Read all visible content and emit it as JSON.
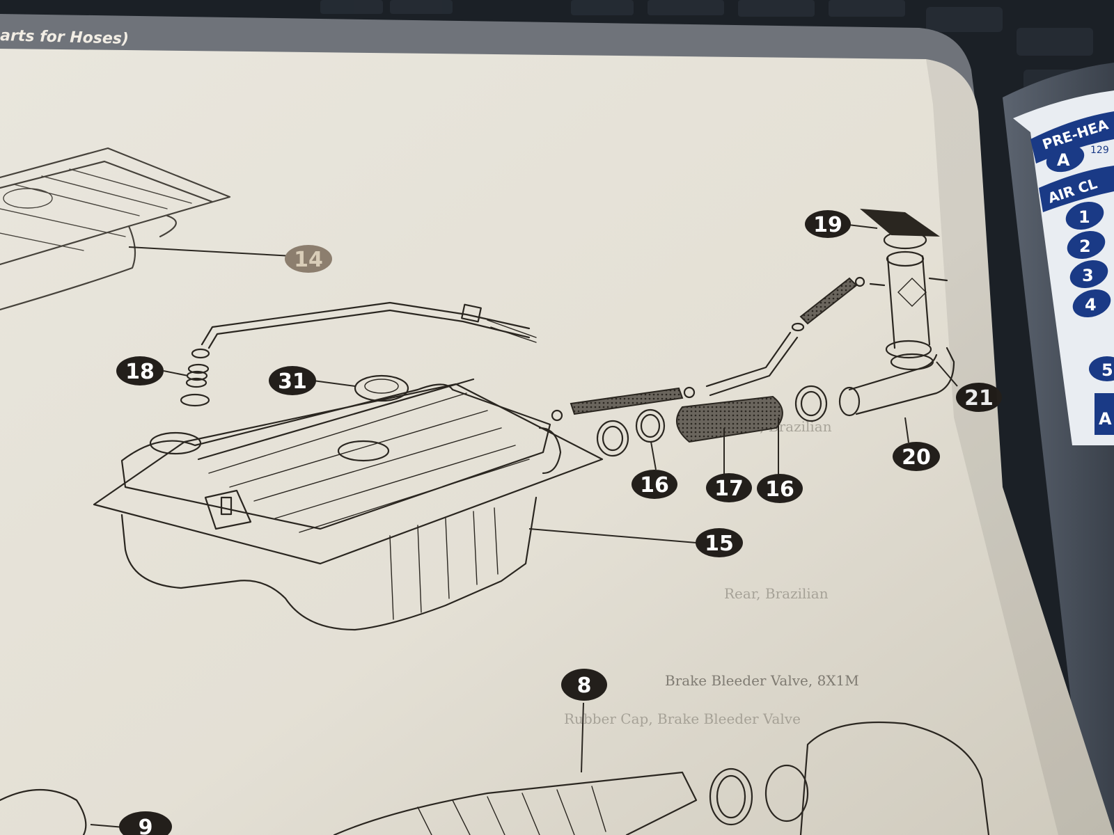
{
  "page_header": {
    "title": "arts for Hoses)"
  },
  "callouts": {
    "c14": "14",
    "c18": "18",
    "c31": "31",
    "c19": "19",
    "c21": "21",
    "c20": "20",
    "c16a": "16",
    "c17": "17",
    "c16b": "16",
    "c15": "15",
    "c8": "8",
    "c9": "9"
  },
  "table_text": {
    "line1": "Rear, Brazilian",
    "line2": "Rear, Brazilian",
    "line3": "Brake Bleeder Valve, 8X1M",
    "line4": "Rubber Cap, Brake Bleeder Valve"
  },
  "side_tab": {
    "pre_heat_label": "PRE-HEA",
    "pre_heat_item_badge": "A",
    "pre_heat_item_text": "129",
    "air_cleaner_label": "AIR CL",
    "items": [
      "1",
      "2",
      "3",
      "4"
    ],
    "lower_item": "5",
    "lower_label": "A"
  },
  "colors": {
    "paper": "#e6e2d8",
    "ink": "#2a2620",
    "callout_bg": "#231f1b",
    "faded_callout_bg": "#8c7e6e",
    "tab_blue": "#1a3a86",
    "background": "#1b2026"
  }
}
